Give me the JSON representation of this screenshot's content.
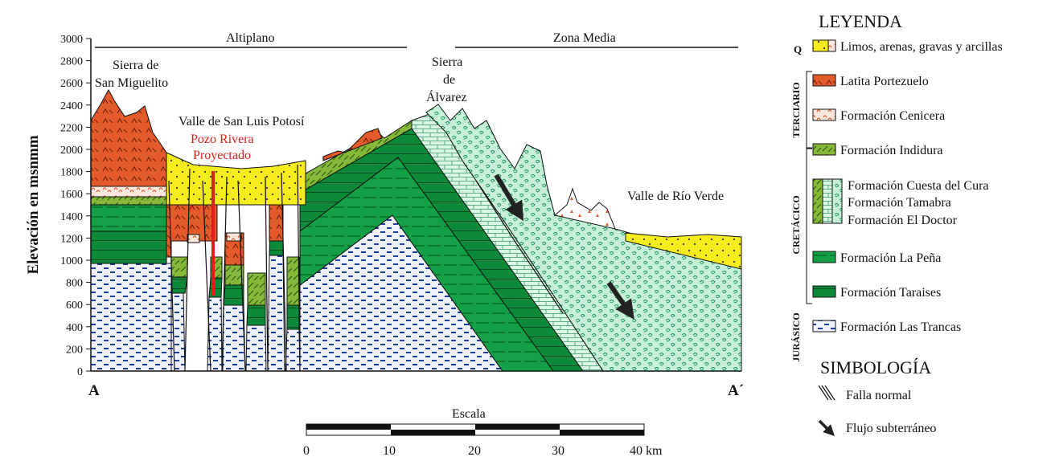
{
  "y_axis": {
    "label": "Elevación en msnmm",
    "ticks": [
      0,
      200,
      400,
      600,
      800,
      1000,
      1200,
      1400,
      1600,
      1800,
      2000,
      2200,
      2400,
      2600,
      2800,
      3000
    ]
  },
  "section": {
    "start": "A",
    "end": "A´"
  },
  "regions": {
    "left": "Altiplano",
    "right": "Zona Media"
  },
  "labels": {
    "sierra_miguelito": [
      "Sierra de",
      "San Miguelito"
    ],
    "valle_slp": "Valle de San Luis Potosí",
    "pozo": [
      "Pozo Rivera",
      "Proyectado"
    ],
    "sierra_alvarez": [
      "Sierra",
      "de",
      "Álvarez"
    ],
    "valle_rio_verde": "Valle de Río Verde"
  },
  "scale": {
    "title": "Escala",
    "ticks": [
      "0",
      "10",
      "20",
      "30",
      "40 km"
    ]
  },
  "legend": {
    "title": "LEYENDA",
    "items": [
      {
        "key": "limos",
        "label": "Limos, arenas, gravas y arcillas"
      },
      {
        "key": "latita",
        "label": "Latita Portezuelo"
      },
      {
        "key": "cenicera",
        "label": "Formación Cenicera"
      },
      {
        "key": "indidura",
        "label": "Formación Indidura"
      },
      {
        "key": "cuesta",
        "label": "Formación Cuesta del Cura"
      },
      {
        "key": "tamabra",
        "label": "Formación Tamabra"
      },
      {
        "key": "doctor",
        "label": "Formación El Doctor"
      },
      {
        "key": "pena",
        "label": "Formación La Peña"
      },
      {
        "key": "taraises",
        "label": "Formación Taraises"
      },
      {
        "key": "trancas",
        "label": "Formación Las Trancas"
      }
    ],
    "ages": {
      "q": "Q",
      "terciario": "TERCIARIO",
      "cretacico": "CRETÁCICO",
      "jurasico": "JURÁSICO"
    }
  },
  "simbologia": {
    "title": "SIMBOLOGÍA",
    "falla": "Falla normal",
    "flujo": "Flujo subterráneo"
  },
  "colors": {
    "trancas": "#e8ecf8",
    "trancas_mark": "#1d3fa3",
    "taraises": "#0c8a3a",
    "pena": "#13a046",
    "indidura": "#86b83a",
    "doctor": "#bff0d4",
    "tamabra": "#d8f5e6",
    "latita": "#e35a2b",
    "cenicera": "#fbe3d6",
    "limos": "#f6eb1c",
    "pozo": "#e21b1b"
  }
}
